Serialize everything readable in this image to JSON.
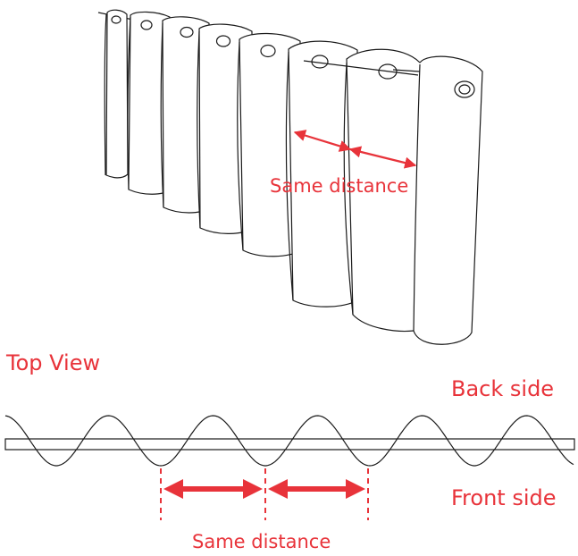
{
  "labels": {
    "top_same_distance": "Same distance",
    "top_view": "Top View",
    "back_side": "Back side",
    "front_side": "Front side",
    "bottom_same_distance": "Same distance"
  },
  "colors": {
    "annotation": "#e8333a",
    "outline": "#1a1a1a",
    "background": "#ffffff"
  }
}
